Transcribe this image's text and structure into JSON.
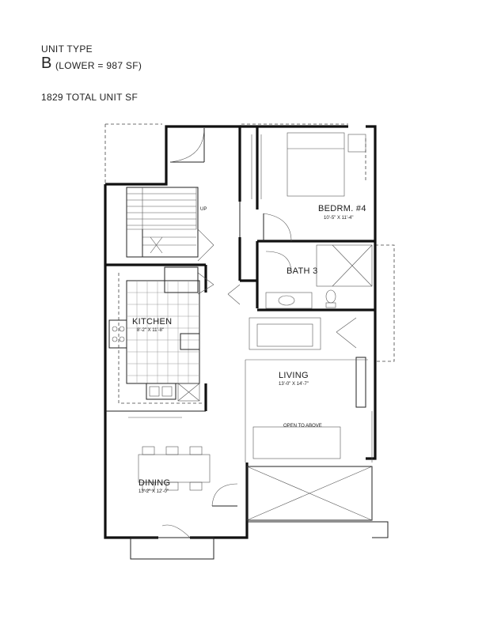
{
  "header": {
    "unit_type_label": "UNIT TYPE",
    "unit_letter": "B",
    "unit_lower": "(LOWER = 987 SF)",
    "total_sf": "1829 TOTAL UNIT SF"
  },
  "rooms": {
    "bedroom": {
      "name": "BEDRM. #4",
      "dims": "10'-5\" X 11'-4\""
    },
    "bath": {
      "name": "BATH 3"
    },
    "kitchen": {
      "name": "KITCHEN",
      "dims": "8'-2\" X 11'-8\""
    },
    "living": {
      "name": "LIVING",
      "dims": "13'-0\" X 14'-7\""
    },
    "dining": {
      "name": "DINING",
      "dims": "13'-2\" X 12'-0\""
    }
  },
  "labels": {
    "open_to_above": "OPEN TO ABOVE",
    "stair_up": "UP"
  }
}
